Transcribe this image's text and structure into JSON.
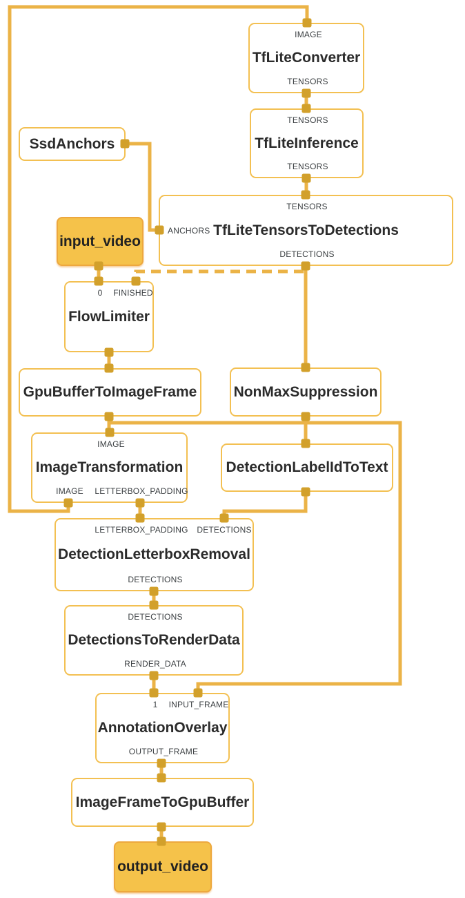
{
  "app": "mediapipe-graph-visualizer",
  "colors": {
    "edge": "#EBB347",
    "node_border": "#F3C052",
    "port": "#D2A02B",
    "stream_fill": "#F5C24A",
    "stream_border": "#EDA83E",
    "title_text": "#2b2b2b",
    "label_text": "#3c4043",
    "background": "#ffffff"
  },
  "nodes": {
    "tflite_converter": {
      "title": "TfLiteConverter",
      "top": [
        "IMAGE"
      ],
      "bottom": [
        "TENSORS"
      ]
    },
    "tflite_inference": {
      "title": "TfLiteInference",
      "top": [
        "TENSORS"
      ],
      "bottom": [
        "TENSORS"
      ]
    },
    "tflite_tensors_to_detections": {
      "title": "TfLiteTensorsToDetections",
      "top": [
        "TENSORS"
      ],
      "left": [
        "ANCHORS"
      ],
      "bottom": [
        "DETECTIONS"
      ]
    },
    "ssd_anchors": {
      "title": "SsdAnchors"
    },
    "input_video": {
      "title": "input_video"
    },
    "flow_limiter": {
      "title": "FlowLimiter",
      "top": [
        "0",
        "FINISHED"
      ]
    },
    "gpu_buffer_to_image_frame": {
      "title": "GpuBufferToImageFrame"
    },
    "non_max_suppression": {
      "title": "NonMaxSuppression"
    },
    "image_transformation": {
      "title": "ImageTransformation",
      "top": [
        "IMAGE"
      ],
      "bottom": [
        "IMAGE",
        "LETTERBOX_PADDING"
      ]
    },
    "detection_label_id_to_text": {
      "title": "DetectionLabelIdToText"
    },
    "detection_letterbox_removal": {
      "title": "DetectionLetterboxRemoval",
      "top": [
        "LETTERBOX_PADDING",
        "DETECTIONS"
      ],
      "bottom": [
        "DETECTIONS"
      ]
    },
    "detections_to_render_data": {
      "title": "DetectionsToRenderData",
      "top": [
        "DETECTIONS"
      ],
      "bottom": [
        "RENDER_DATA"
      ]
    },
    "annotation_overlay": {
      "title": "AnnotationOverlay",
      "top": [
        "1",
        "INPUT_FRAME"
      ],
      "bottom": [
        "OUTPUT_FRAME"
      ]
    },
    "image_frame_to_gpu_buffer": {
      "title": "ImageFrameToGpuBuffer"
    },
    "output_video": {
      "title": "output_video"
    }
  },
  "edges": [
    {
      "from": "ImageTransformation:IMAGE",
      "to": "TfLiteConverter:IMAGE",
      "style": "solid"
    },
    {
      "from": "TfLiteConverter:TENSORS",
      "to": "TfLiteInference:TENSORS",
      "style": "solid"
    },
    {
      "from": "TfLiteInference:TENSORS",
      "to": "TfLiteTensorsToDetections:TENSORS",
      "style": "solid"
    },
    {
      "from": "SsdAnchors",
      "to": "TfLiteTensorsToDetections:ANCHORS",
      "style": "solid"
    },
    {
      "from": "TfLiteTensorsToDetections:DETECTIONS",
      "to": "NonMaxSuppression",
      "style": "solid"
    },
    {
      "from": "TfLiteTensorsToDetections:DETECTIONS",
      "to": "FlowLimiter:FINISHED",
      "style": "dashed"
    },
    {
      "from": "input_video",
      "to": "FlowLimiter:0",
      "style": "solid"
    },
    {
      "from": "FlowLimiter",
      "to": "GpuBufferToImageFrame",
      "style": "solid"
    },
    {
      "from": "GpuBufferToImageFrame",
      "to": "ImageTransformation:IMAGE",
      "style": "solid"
    },
    {
      "from": "GpuBufferToImageFrame",
      "to": "AnnotationOverlay:INPUT_FRAME",
      "style": "solid"
    },
    {
      "from": "NonMaxSuppression",
      "to": "DetectionLabelIdToText",
      "style": "solid"
    },
    {
      "from": "DetectionLabelIdToText",
      "to": "DetectionLetterboxRemoval:DETECTIONS",
      "style": "solid"
    },
    {
      "from": "ImageTransformation:LETTERBOX_PADDING",
      "to": "DetectionLetterboxRemoval:LETTERBOX_PADDING",
      "style": "solid"
    },
    {
      "from": "DetectionLetterboxRemoval:DETECTIONS",
      "to": "DetectionsToRenderData:DETECTIONS",
      "style": "solid"
    },
    {
      "from": "DetectionsToRenderData:RENDER_DATA",
      "to": "AnnotationOverlay:1",
      "style": "solid"
    },
    {
      "from": "AnnotationOverlay:OUTPUT_FRAME",
      "to": "ImageFrameToGpuBuffer",
      "style": "solid"
    },
    {
      "from": "ImageFrameToGpuBuffer",
      "to": "output_video",
      "style": "solid"
    }
  ]
}
